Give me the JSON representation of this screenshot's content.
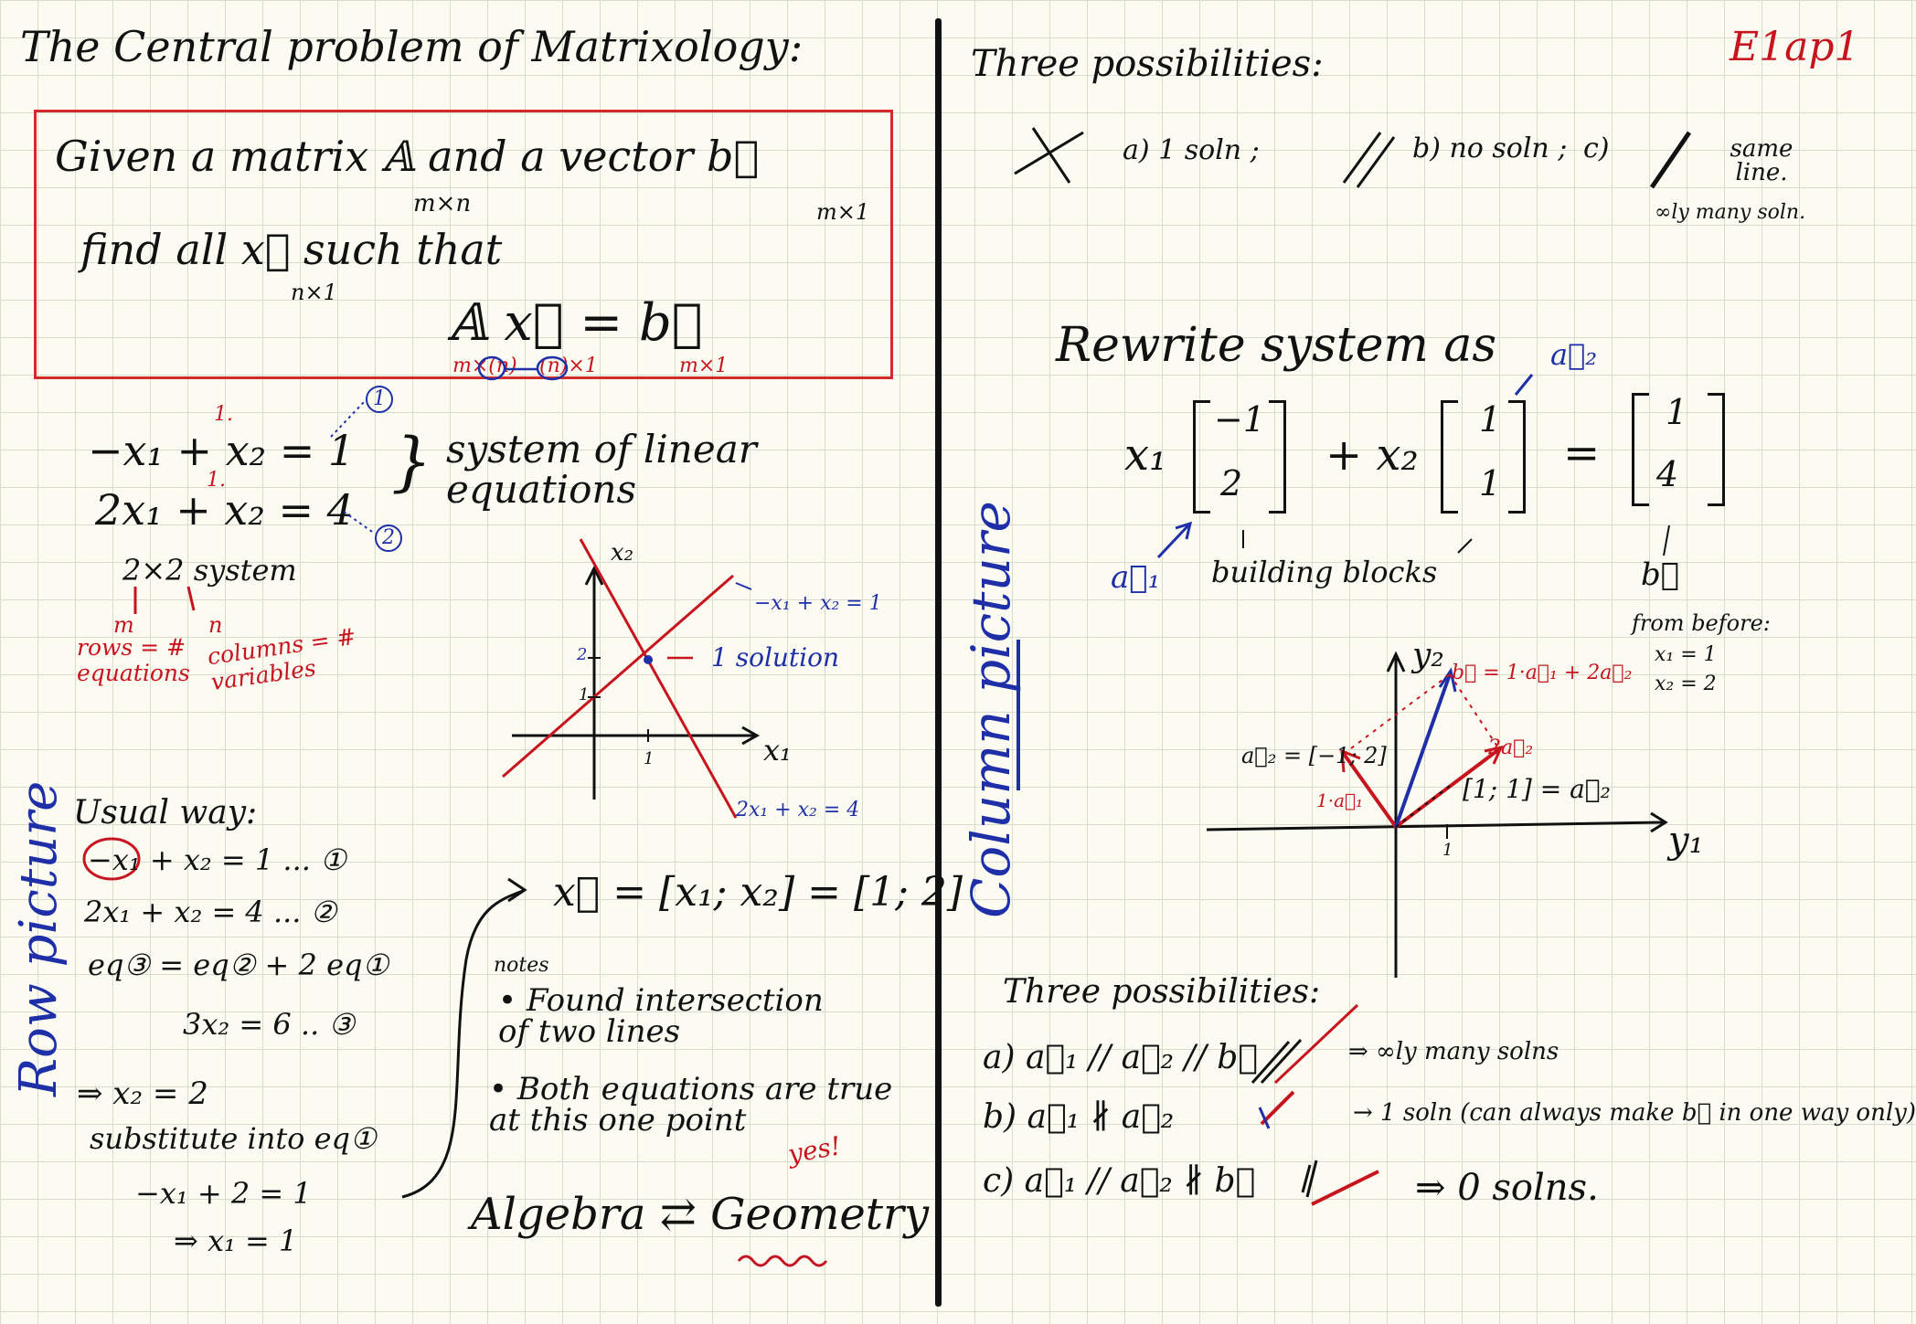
{
  "left": {
    "title": "The Central problem of Matrixology:",
    "given_line1": "Given a matrix 𝔸 and a vector b⃗",
    "given_dim_A": "m×n",
    "given_dim_b": "m×1",
    "given_line2": "find all x⃗ such that",
    "given_dim_x": "n×1",
    "equation": "𝔸 x⃗ = b⃗",
    "eq_dim_A": "m×(n)",
    "eq_dim_x": "(n)×1",
    "eq_dim_b": "m×1",
    "sys_eq1": "−x₁ + x₂ = 1",
    "sys_eq2": "2x₁ + x₂ = 4",
    "coef_mark": "1.",
    "circ_1": "1",
    "circ_2": "2",
    "sys_label": "system of linear equations",
    "size_label": "2×2 system",
    "m_label": "m",
    "n_label": "n",
    "rows_label": "rows = # equations",
    "cols_label": "columns = # variables",
    "graph_y_label": "x₂",
    "graph_x_label": "x₁",
    "graph_line1": "−x₁ + x₂ = 1",
    "graph_line2": "2x₁ + x₂ = 4",
    "graph_solution": "1 solution",
    "tick_1x": "1",
    "tick_1y": "1",
    "tick_2y": "2",
    "row_picture": "Row picture",
    "usual_way": "Usual way:",
    "uw_1": "−x₁ + x₂ = 1 ... ①",
    "uw_2": "2x₁ + x₂ = 4 ... ②",
    "uw_3": "eq③ = eq② + 2 eq①",
    "uw_4": "3x₂ = 6 .. ③",
    "uw_5": "⇒ x₂ = 2",
    "uw_6": "substitute into eq①",
    "uw_7": "−x₁ + 2 = 1",
    "uw_8": "⇒ x₁ = 1",
    "x_vec": "x⃗ = [x₁; x₂] = [1; 2]",
    "notes": "notes",
    "note1": "• Found intersection of two lines",
    "note2": "• Both equations are true at this one point",
    "yes": "yes!",
    "algebra": "Algebra ⇄ Geometry"
  },
  "right": {
    "tag": "E1ap1",
    "three_poss": "Three possibilities:",
    "opt_a": "a) 1 soln ;",
    "opt_b": "b) no soln ;",
    "opt_c": "c)",
    "same_line": "same line.",
    "inf_many": "∞ly many soln.",
    "rewrite": "Rewrite system as",
    "a2_label": "a⃗₂",
    "column_picture": "Column picture",
    "col_eq_x1": "x₁",
    "col_eq_x2": "+ x₂",
    "col_v1_top": "−1",
    "col_v1_bot": "2",
    "col_v2_top": "1",
    "col_v2_bot": "1",
    "col_eq_eq": "=",
    "col_b_top": "1",
    "col_b_bot": "4",
    "a1_label": "a⃗₁",
    "building_blocks": "building blocks",
    "b_label": "b⃗",
    "from_before": "from before:",
    "fb_x1": "x₁ = 1",
    "fb_x2": "x₂ = 2",
    "plot_y2": "y₂",
    "plot_y1": "y₁",
    "plot_b": "b⃗ = 1·a⃗₁ + 2a⃗₂",
    "plot_a2": "a⃗₂ = [−1; 2]",
    "plot_1a1": "1·a⃗₁",
    "plot_2a2": "2a⃗₂",
    "plot_11": "[1; 1] = a⃗₂",
    "plot_tick": "1",
    "tp_title": "Three possibilities:",
    "tp_a": "a)  a⃗₁ // a⃗₂ // b⃗",
    "tp_a_res": "⇒ ∞ly many solns",
    "tp_b": "b)  a⃗₁ ∦ a⃗₂",
    "tp_b_res": "→ 1 soln (can always make b⃗ in one way only)",
    "tp_c": "c)  a⃗₁ // a⃗₂ ∦ b⃗",
    "tp_c_res": "⇒ 0 solns."
  }
}
